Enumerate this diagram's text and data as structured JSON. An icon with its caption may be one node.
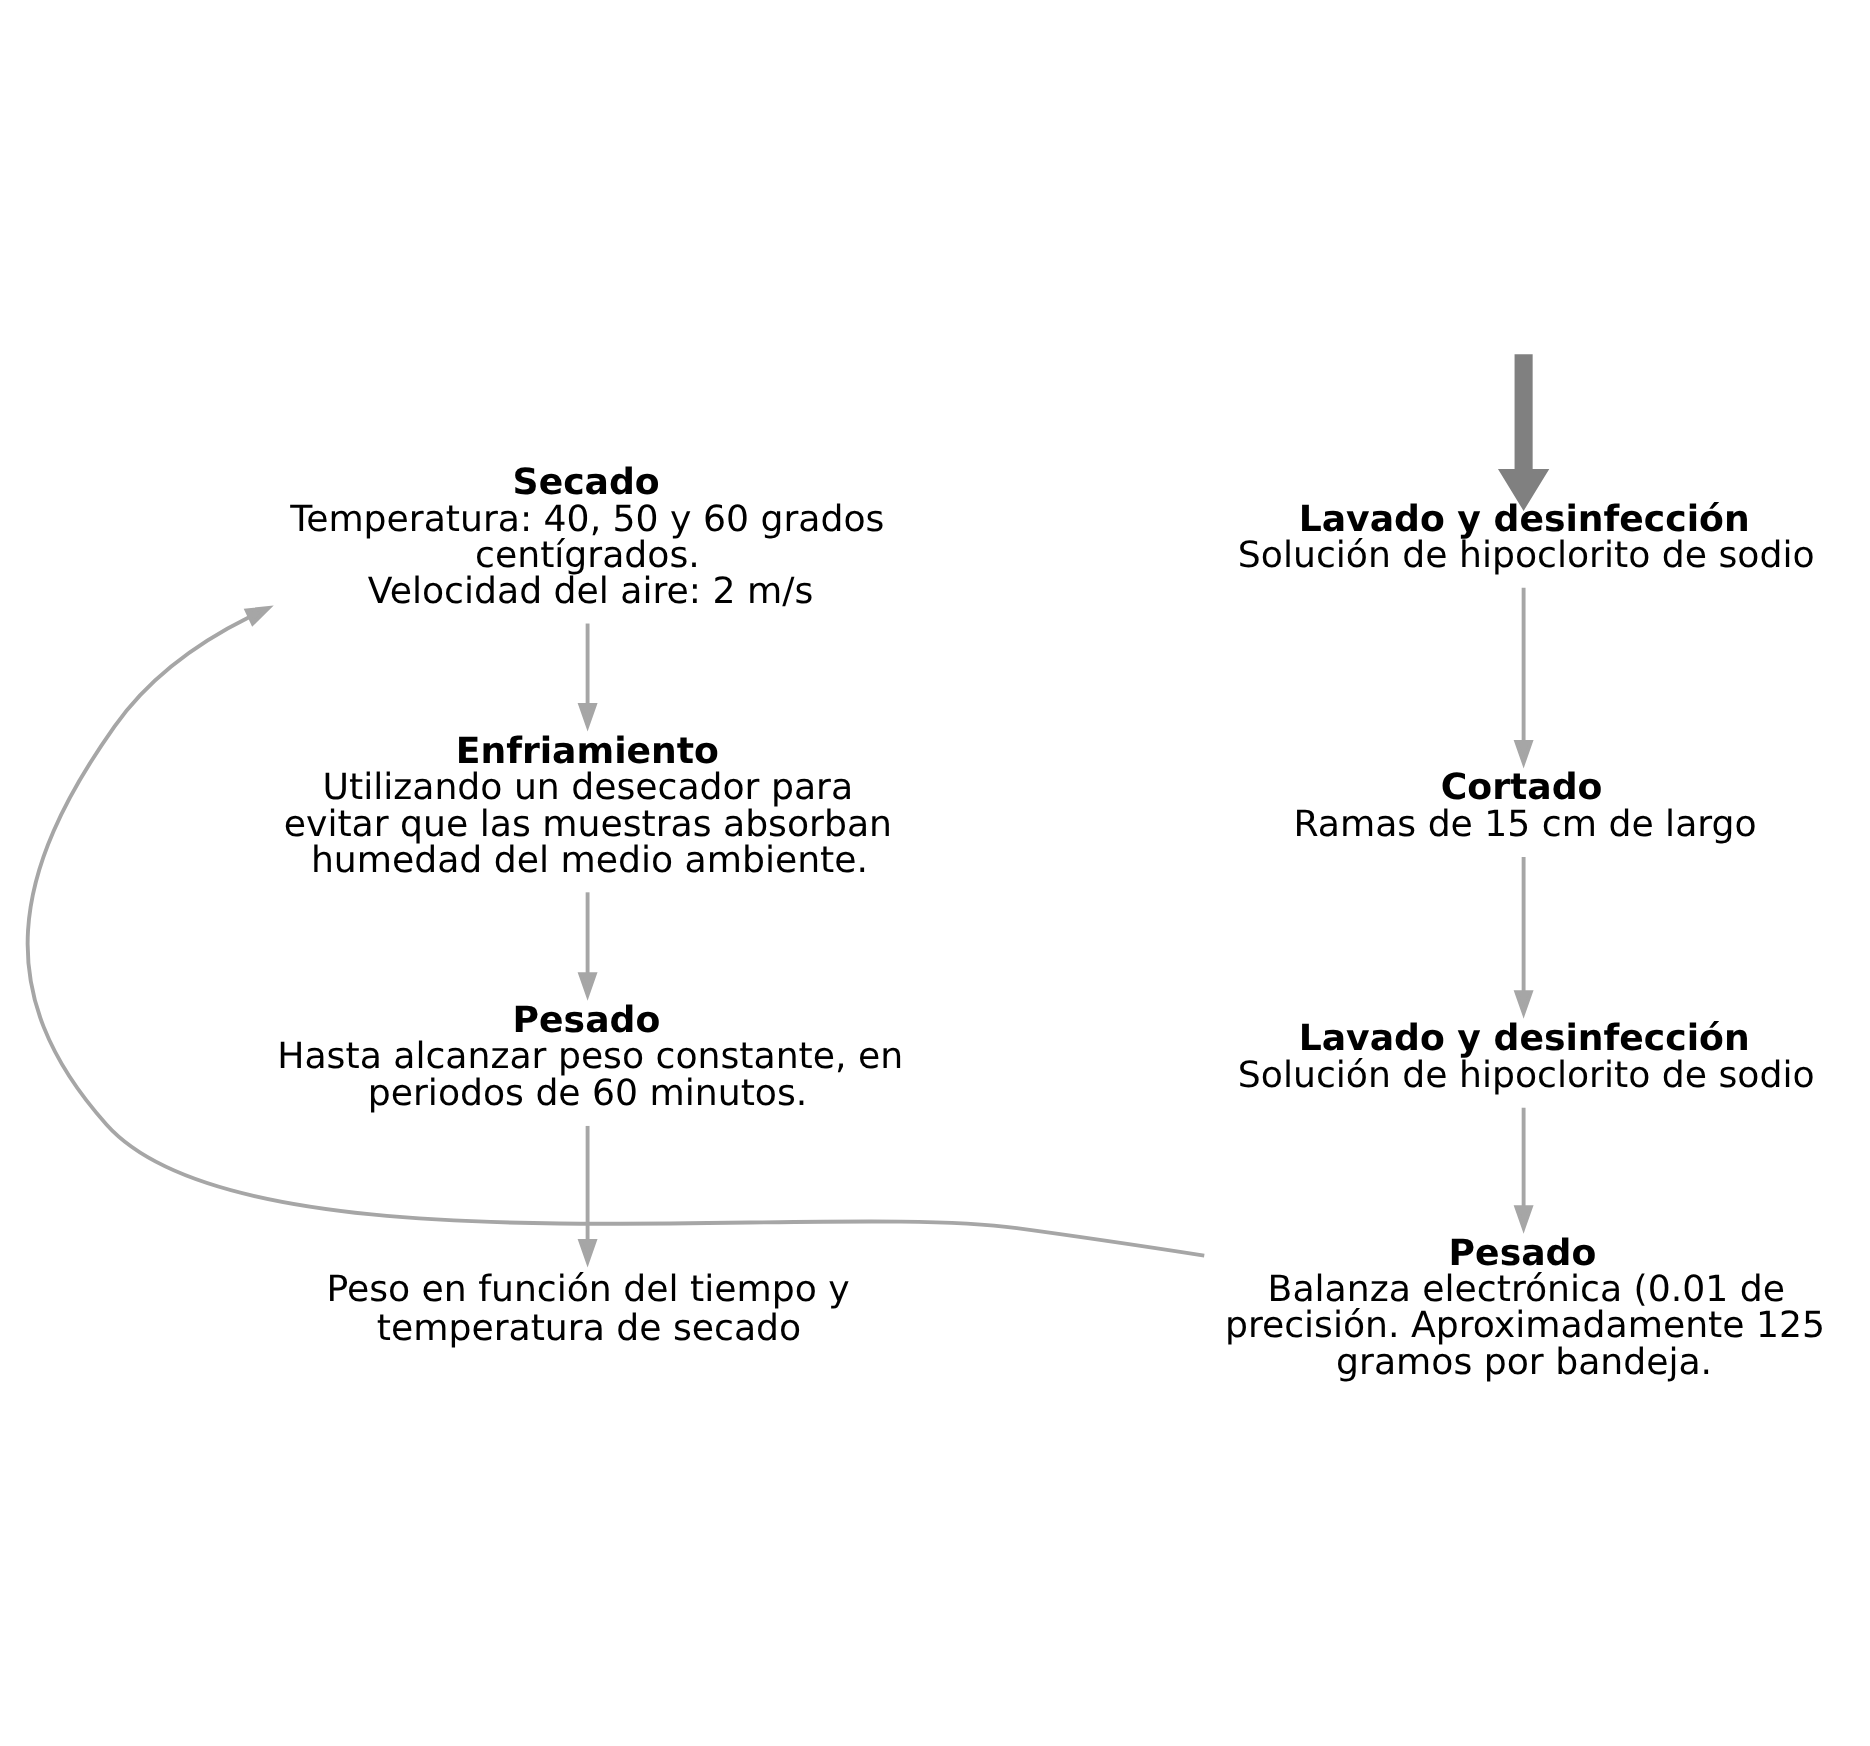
{
  "diagram": {
    "nodes": [
      {
        "text": [
          "Lavado y desinfección",
          "Solución de hipoclorito de sodio"
        ]
      },
      {
        "text": [
          "Cortado",
          "Ramas de 15 cm de largo"
        ]
      },
      {
        "text": [
          "Lavado y desinfección",
          "Solución de hipoclorito de sodio"
        ]
      },
      {
        "text": [
          "Pesado",
          "Balanza electrónica (0.01 de precisión. Aproximadamente 125 gramos por bandeja."
        ]
      },
      {
        "text": [
          "Secado",
          "Temperatura: 40, 50 y 60 grados centígrados.",
          "Velocidad del aire: 2 m/s"
        ]
      },
      {
        "text": [
          "Enfriamiento",
          "Utilizando un desecador para evitar que las muestras absorban humedad del medio ambiente."
        ]
      },
      {
        "text": [
          "Pesado",
          "Hasta alcanzar peso constante, en periodos de 60 minutos."
        ]
      },
      {
        "text": [
          "Peso en función del tiempo y temperatura de secado"
        ]
      }
    ],
    "edges": [
      {
        "from": null,
        "to": 0,
        "arrow": "to",
        "style": "thick",
        "color": "#808080"
      },
      {
        "from": 0,
        "to": 1,
        "arrow": "to"
      },
      {
        "from": 1,
        "to": 2,
        "arrow": "to"
      },
      {
        "from": 2,
        "to": 3,
        "arrow": "to"
      },
      {
        "from": 3,
        "to": 4,
        "arrow": "to"
      },
      {
        "from": 4,
        "to": 5,
        "arrow": "to"
      },
      {
        "from": 5,
        "to": 6,
        "arrow": "to"
      },
      {
        "from": 6,
        "to": 7,
        "arrow": "to"
      }
    ]
  }
}
